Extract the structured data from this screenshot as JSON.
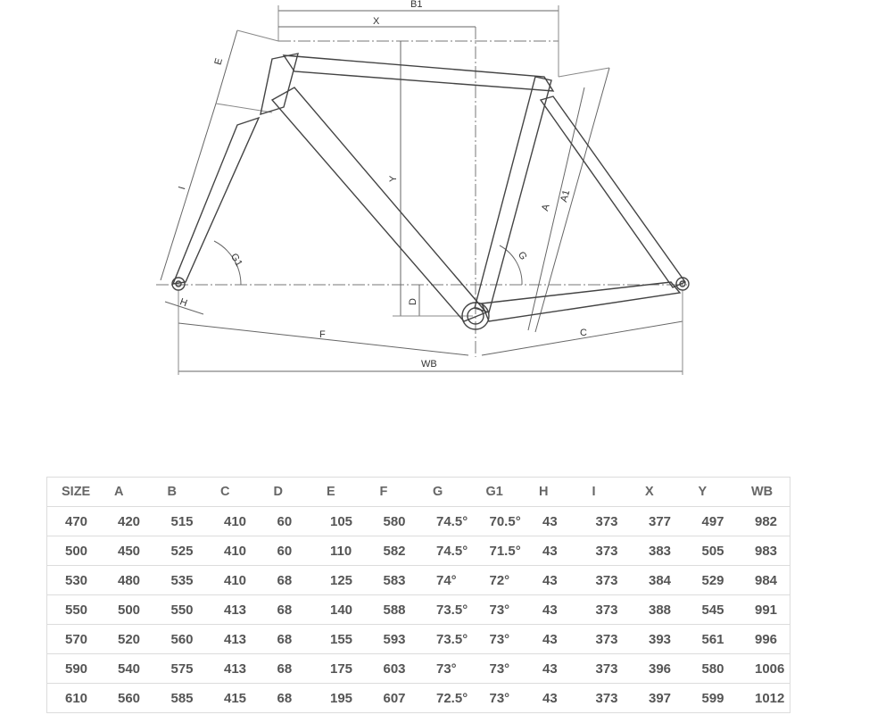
{
  "diagram": {
    "labels": {
      "b1": "B1",
      "x": "X",
      "e": "E",
      "i": "I",
      "y": "Y",
      "a": "A",
      "a1": "A1",
      "g1": "G1",
      "g": "G",
      "h": "H",
      "d": "D",
      "f": "F",
      "c": "C",
      "wb": "WB"
    }
  },
  "table": {
    "headers": [
      "SIZE",
      "A",
      "B",
      "C",
      "D",
      "E",
      "F",
      "G",
      "G1",
      "H",
      "I",
      "X",
      "Y",
      "WB"
    ],
    "rows": [
      [
        "470",
        "420",
        "515",
        "410",
        "60",
        "105",
        "580",
        "74.5°",
        "70.5°",
        "43",
        "373",
        "377",
        "497",
        "982"
      ],
      [
        "500",
        "450",
        "525",
        "410",
        "60",
        "110",
        "582",
        "74.5°",
        "71.5°",
        "43",
        "373",
        "383",
        "505",
        "983"
      ],
      [
        "530",
        "480",
        "535",
        "410",
        "68",
        "125",
        "583",
        "74°",
        "72°",
        "43",
        "373",
        "384",
        "529",
        "984"
      ],
      [
        "550",
        "500",
        "550",
        "413",
        "68",
        "140",
        "588",
        "73.5°",
        "73°",
        "43",
        "373",
        "388",
        "545",
        "991"
      ],
      [
        "570",
        "520",
        "560",
        "413",
        "68",
        "155",
        "593",
        "73.5°",
        "73°",
        "43",
        "373",
        "393",
        "561",
        "996"
      ],
      [
        "590",
        "540",
        "575",
        "413",
        "68",
        "175",
        "603",
        "73°",
        "73°",
        "43",
        "373",
        "396",
        "580",
        "1006"
      ],
      [
        "610",
        "560",
        "585",
        "415",
        "68",
        "195",
        "607",
        "72.5°",
        "73°",
        "43",
        "373",
        "397",
        "599",
        "1012"
      ]
    ]
  }
}
